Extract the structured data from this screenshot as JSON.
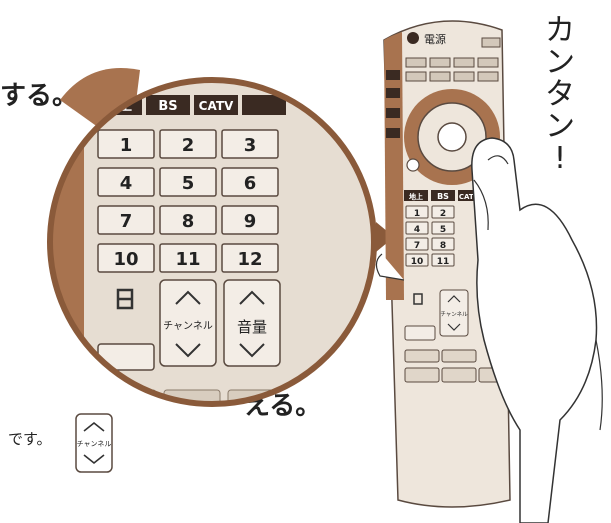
{
  "headline_top_fragment": "する。",
  "headline_bottom_fragment": "える。",
  "caption_fragment": "です。",
  "tagline": "カンタン!",
  "zoom_panel": {
    "broadcast_buttons": [
      "地上",
      "BS",
      "CATV",
      ""
    ],
    "number_keys": [
      "1",
      "2",
      "3",
      "4",
      "5",
      "6",
      "7",
      "8",
      "9",
      "10",
      "11",
      "12"
    ],
    "channel_label": "チャンネル",
    "volume_label": "音量"
  },
  "remote": {
    "power_label": "電源",
    "broadcast_buttons": [
      "地上",
      "BS",
      "CATV"
    ],
    "number_keys": [
      "1",
      "2",
      "4",
      "5",
      "7",
      "8",
      "10",
      "11"
    ],
    "channel_label": "チャンネル"
  },
  "small_icon": {
    "channel_label": "チャンネル"
  },
  "colors": {
    "brown_outline": "#8a5a3a",
    "remote_body": "#eee6dc",
    "button_face": "#f3ede6",
    "dark_button": "#3a2a22",
    "accent_brown": "#a8734f"
  }
}
